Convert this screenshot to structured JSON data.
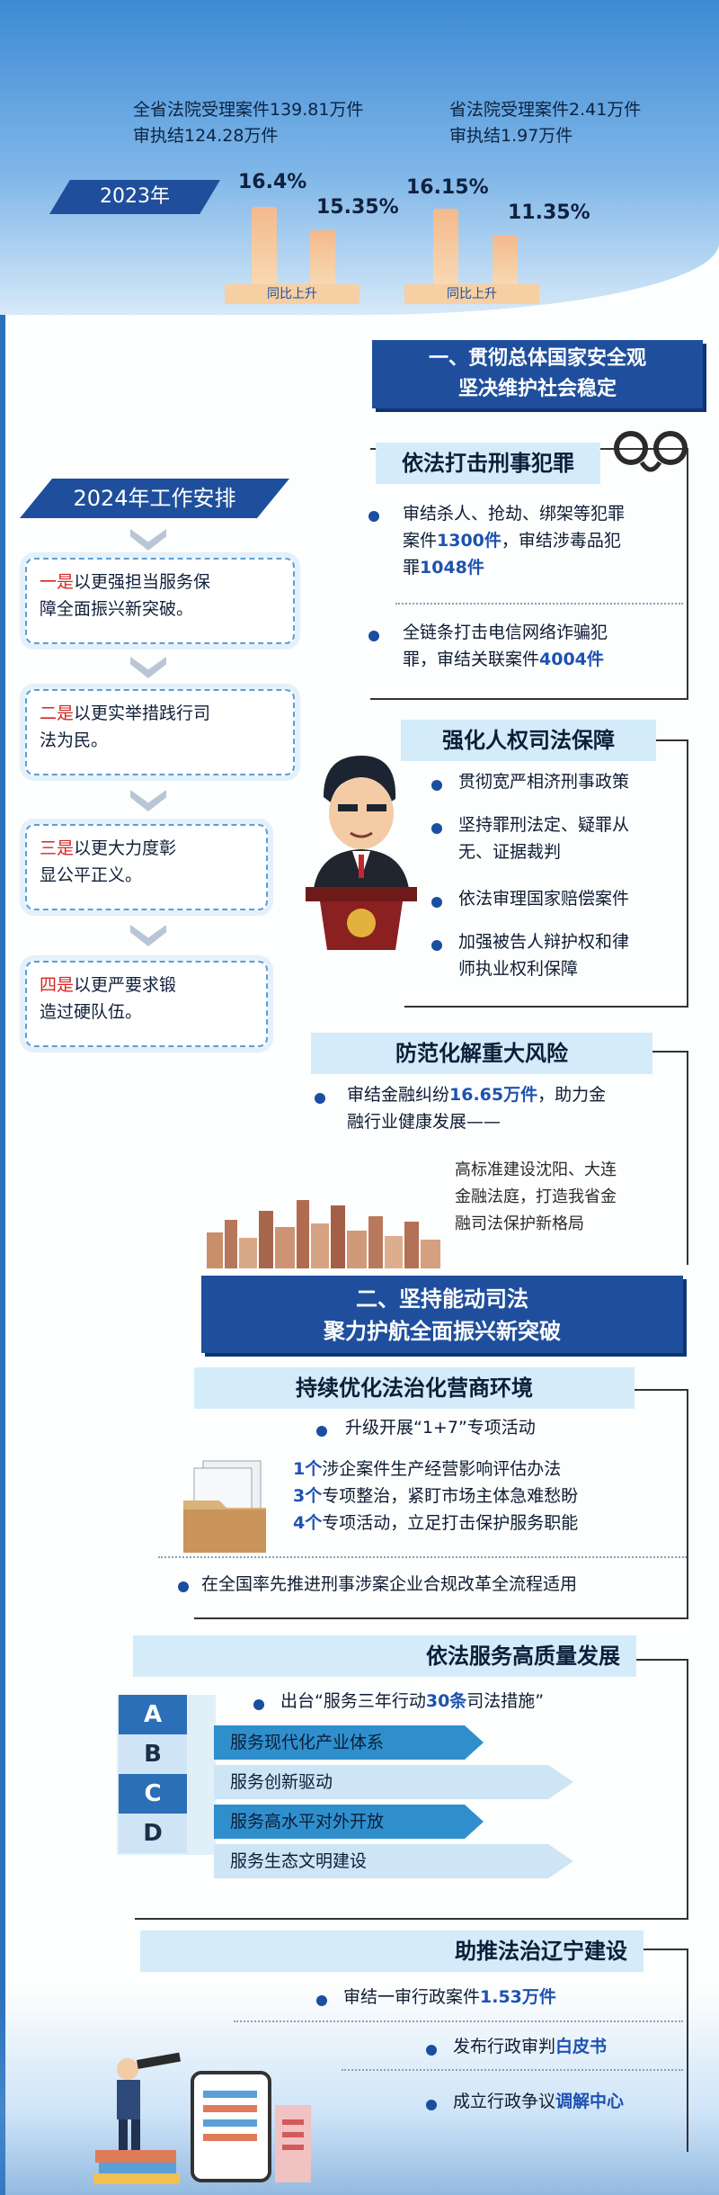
{
  "header": {
    "stats_left": [
      "全省法院受理案件139.81万件",
      "审执结124.28万件"
    ],
    "stats_right": [
      "省法院受理案件2.41万件",
      "审执结1.97万件"
    ],
    "year": "2023年",
    "chart_left": {
      "pct_a": "16.4%",
      "pct_b": "15.35%",
      "base": "同比上升"
    },
    "chart_right": {
      "pct_a": "16.15%",
      "pct_b": "11.35%",
      "base": "同比上升"
    }
  },
  "section1": {
    "title_line1": "一、贯彻总体国家安全观",
    "title_line2": "坚决维护社会稳定",
    "crime": {
      "title": "依法打击刑事犯罪",
      "item1": [
        "审结杀人、抢劫、绑架等犯罪",
        "案件",
        "1300件",
        "，审结涉毒品犯",
        "罪",
        "1048件"
      ],
      "item2": [
        "全链条打击电信网络诈骗犯",
        "罪，审结关联案件",
        "4004件"
      ]
    },
    "rights": {
      "title": "强化人权司法保障",
      "items": [
        "贯彻宽严相济刑事政策",
        "坚持罪刑法定、疑罪从",
        "无、证据裁判",
        "依法审理国家赔偿案件",
        "加强被告人辩护权和律",
        "师执业权利保障"
      ]
    },
    "risk": {
      "title": "防范化解重大风险",
      "item1": [
        "审结金融纠纷",
        "16.65万件",
        "，助力金",
        "融行业健康发展——"
      ],
      "note": [
        "高标准建设沈阳、大连",
        "金融法庭，打造我省金",
        "融司法保护新格局"
      ]
    }
  },
  "plan": {
    "title": "2024年工作安排",
    "items": [
      {
        "lead": "一是",
        "rest1": "以更强担当服务保",
        "rest2": "障全面振兴新突破。"
      },
      {
        "lead": "二是",
        "rest1": "以更实举措践行司",
        "rest2": "法为民。"
      },
      {
        "lead": "三是",
        "rest1": "以更大力度彰",
        "rest2": "显公平正义。"
      },
      {
        "lead": "四是",
        "rest1": "以更严要求锻",
        "rest2": "造过硬队伍。"
      }
    ]
  },
  "section2": {
    "title_line1": "二、坚持能动司法",
    "title_line2": "聚力护航全面振兴新突破",
    "business": {
      "title": "持续优化法治化营商环境",
      "item1": "升级开展“1+7”专项活动",
      "list": [
        {
          "num": "1个",
          "text": "涉企案件生产经营影响评估办法"
        },
        {
          "num": "3个",
          "text": "专项整治，紧盯市场主体急难愁盼"
        },
        {
          "num": "4个",
          "text": "专项活动，立足打击保护服务职能"
        }
      ],
      "item2": "在全国率先推进刑事涉案企业合规改革全流程适用"
    },
    "quality": {
      "title": "依法服务高质量发展",
      "intro": [
        "出台“服务三年行动",
        "30条",
        "司法措施”"
      ],
      "rows": [
        {
          "letter": "A",
          "text": "服务现代化产业体系"
        },
        {
          "letter": "B",
          "text": "服务创新驱动"
        },
        {
          "letter": "C",
          "text": "服务高水平对外开放"
        },
        {
          "letter": "D",
          "text": "服务生态文明建设"
        }
      ]
    },
    "liaoning": {
      "title": "助推法治辽宁建设",
      "item1": [
        "审结一审行政案件",
        "1.53万件"
      ],
      "item2": [
        "发布行政审判",
        "白皮书"
      ],
      "item3": [
        "成立行政争议",
        "调解中心"
      ]
    }
  },
  "colors": {
    "navy": "#1f4f9c",
    "highlight": "#1d52b0",
    "red": "#d42626",
    "light_blue": "#d4ecfa"
  }
}
